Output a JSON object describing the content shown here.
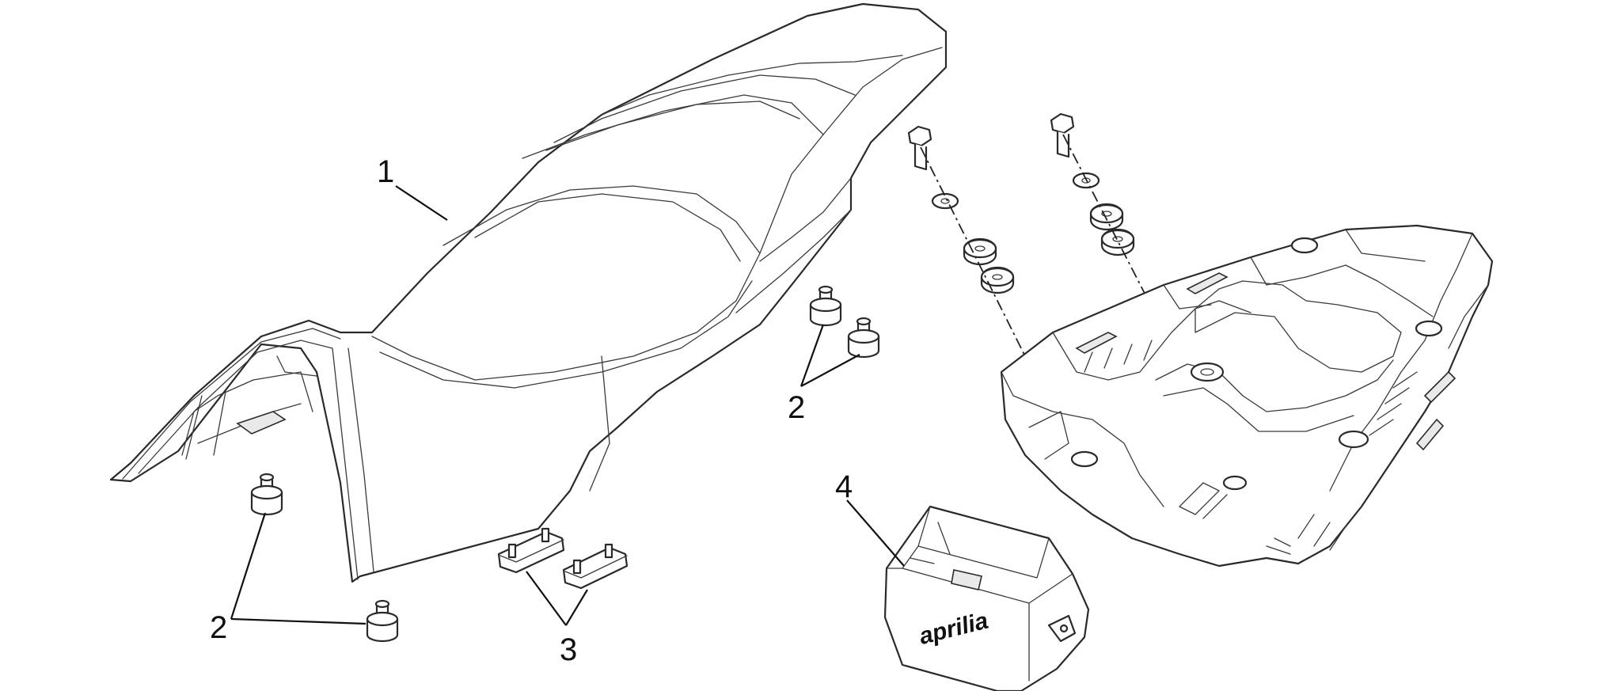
{
  "callouts": {
    "seat": "1",
    "rubber_left": "2",
    "rubber_right": "2",
    "slider": "3",
    "toolbox": "4"
  },
  "brand_mark": "aprilia",
  "colors": {
    "line": "#2a2a2a",
    "background": "#ffffff"
  }
}
